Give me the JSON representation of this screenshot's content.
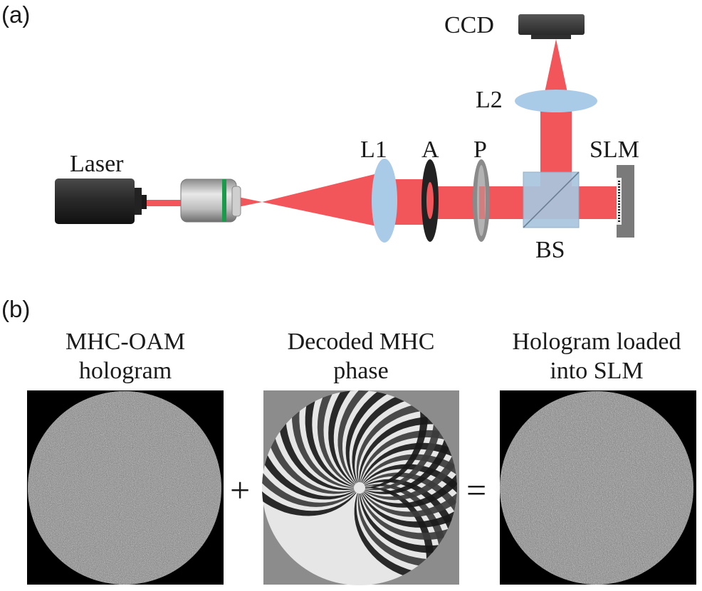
{
  "panel_a": {
    "label": "(a)",
    "components": {
      "laser": "Laser",
      "ccd": "CCD",
      "l2": "L2",
      "l1": "L1",
      "a": "A",
      "p": "P",
      "slm": "SLM",
      "bs": "BS"
    }
  },
  "panel_b": {
    "label": "(b)",
    "captions": [
      [
        "MHC-OAM",
        "hologram"
      ],
      [
        "Decoded MHC",
        "phase"
      ],
      [
        "Hologram loaded",
        "into SLM"
      ]
    ],
    "plus": "+",
    "equals": "="
  },
  "colors": {
    "beam": "#f2555a",
    "lens": "#a9cbe8",
    "laser_body": "#2b2b2b",
    "slm": "#7a7a7a",
    "bs": "#a9c6de"
  }
}
